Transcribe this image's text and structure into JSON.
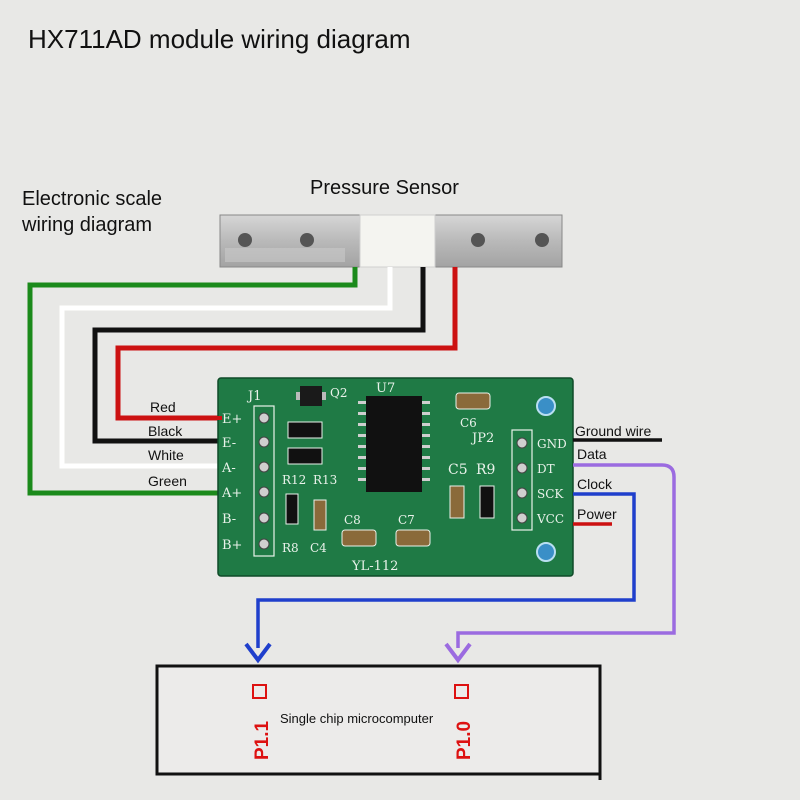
{
  "title": "HX711AD module wiring diagram",
  "sensor": {
    "label": "Pressure Sensor",
    "caption_line1": "Electronic scale",
    "caption_line2": "wiring diagram"
  },
  "wires_left": [
    {
      "label": "Red",
      "color": "#cc1111"
    },
    {
      "label": "Black",
      "color": "#111111"
    },
    {
      "label": "White",
      "color": "#ffffff"
    },
    {
      "label": "Green",
      "color": "#1b8a1b"
    }
  ],
  "wires_right": [
    {
      "label": "Ground wire",
      "color": "#111111"
    },
    {
      "label": "Data",
      "color": "#9b6be0"
    },
    {
      "label": "Clock",
      "color": "#1f3fcc"
    },
    {
      "label": "Power",
      "color": "#cc1111"
    }
  ],
  "board": {
    "name": "YL-112",
    "chip": "U7",
    "header_left": "J1",
    "header_right": "JP2",
    "left_pins": [
      "E+",
      "E-",
      "A-",
      "A+",
      "B-",
      "B+"
    ],
    "right_pins": [
      "GND",
      "DT",
      "SCK",
      "VCC"
    ],
    "components": {
      "q2": "Q2",
      "c6": "C6",
      "c5": "C5",
      "r9": "R9",
      "r12": "R12",
      "r13": "R13",
      "c8": "C8",
      "c7": "C7",
      "r8": "R8",
      "c4": "C4"
    },
    "color": "#1f7a45"
  },
  "mcu": {
    "label": "Single chip microcomputer",
    "pin_clock": "P1.1",
    "pin_data": "P1.0"
  }
}
